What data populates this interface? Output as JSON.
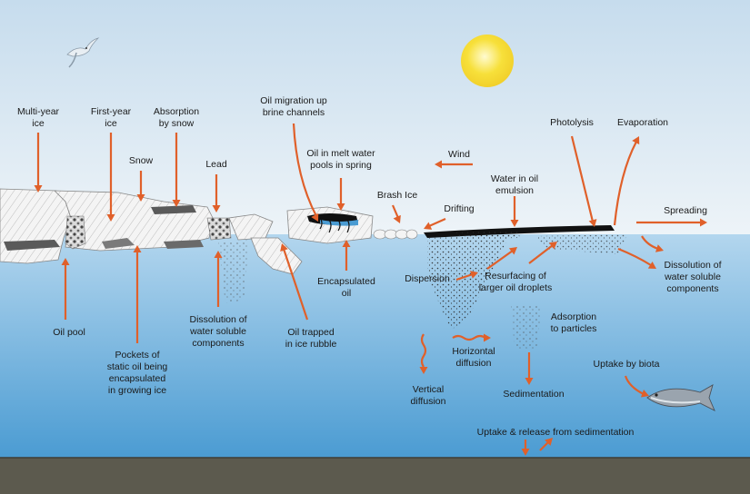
{
  "colors": {
    "arrow": "#e0602a",
    "sky_top": "#c6dced",
    "water_top": "#a9d0ec",
    "water_bottom": "#4a9bd2",
    "seabed": "#5c5a4e",
    "sun": "#f7e03a",
    "oil": "#111111"
  },
  "labels": {
    "multi_year_ice": [
      "Multi-year",
      "ice"
    ],
    "first_year_ice": [
      "First-year",
      "ice"
    ],
    "absorption_by_snow": [
      "Absorption",
      "by snow"
    ],
    "snow": [
      "Snow"
    ],
    "lead": [
      "Lead"
    ],
    "oil_migration": [
      "Oil migration up",
      "brine channels"
    ],
    "oil_melt_water": [
      "Oil in melt water",
      "pools in spring"
    ],
    "brash_ice": [
      "Brash Ice"
    ],
    "wind": [
      "Wind"
    ],
    "drifting": [
      "Drifting"
    ],
    "water_in_oil": [
      "Water in oil",
      "emulsion"
    ],
    "photolysis": [
      "Photolysis"
    ],
    "evaporation": [
      "Evaporation"
    ],
    "spreading": [
      "Spreading"
    ],
    "dissolution_right": [
      "Dissolution of",
      "water soluble",
      "components"
    ],
    "oil_pool": [
      "Oil pool"
    ],
    "pockets": [
      "Pockets of",
      "static oil being",
      "encapsulated",
      "in growing ice"
    ],
    "dissolution_left": [
      "Dissolution of",
      "water soluble",
      "components"
    ],
    "oil_trapped": [
      "Oil trapped",
      "in ice rubble"
    ],
    "encapsulated_oil": [
      "Encapsulated",
      "oil"
    ],
    "dispersion": [
      "Dispersion"
    ],
    "resurfacing": [
      "Resurfacing of",
      "larger oil droplets"
    ],
    "adsorption": [
      "Adsorption",
      "to particles"
    ],
    "horizontal_diffusion": [
      "Horizontal",
      "diffusion"
    ],
    "vertical_diffusion": [
      "Vertical",
      "diffusion"
    ],
    "sedimentation": [
      "Sedimentation"
    ],
    "uptake_biota": [
      "Uptake by biota"
    ],
    "uptake_release": [
      "Uptake & release from sedimentation"
    ]
  }
}
